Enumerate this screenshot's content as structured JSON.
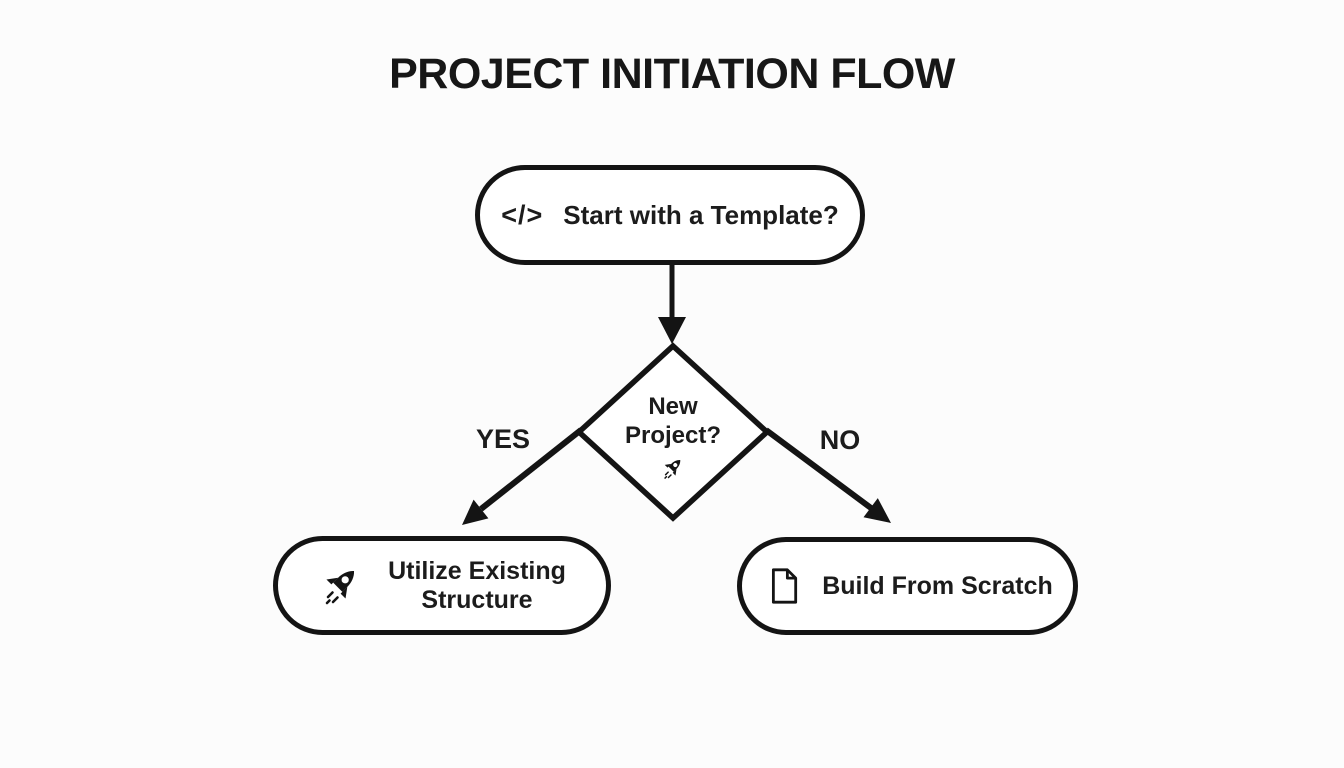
{
  "title": "PROJECT INITIATION FLOW",
  "flowchart": {
    "start_node": {
      "icon": "code-icon",
      "icon_glyph": "</>",
      "label": "Start with a Template?"
    },
    "decision_node": {
      "label_line1": "New",
      "label_line2": "Project?",
      "icon": "rocket-icon"
    },
    "branches": {
      "yes_label": "YES",
      "no_label": "NO"
    },
    "yes_node": {
      "icon": "rocket-icon",
      "label_line1": "Utilize Existing",
      "label_line2": "Structure"
    },
    "no_node": {
      "icon": "document-icon",
      "label": "Build From Scratch"
    }
  },
  "colors": {
    "background": "#fcfcfc",
    "stroke": "#141414",
    "node_fill": "#ffffff",
    "text": "#1a1a1a"
  }
}
